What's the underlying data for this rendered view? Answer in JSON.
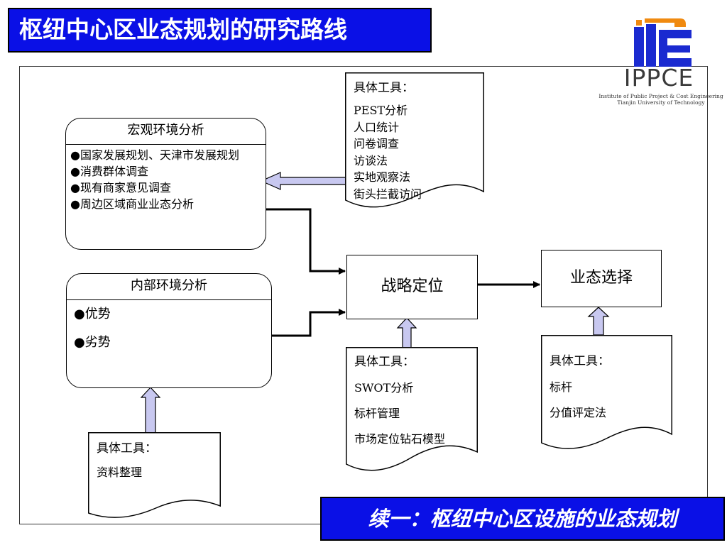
{
  "title": "枢纽中心区业态规划的研究路线",
  "logo": {
    "name": "IPPCE",
    "subtitle_line1": "Institute of Public Project & Cost Engineering",
    "subtitle_line2": "Tianjin University of Technology"
  },
  "macro_box": {
    "title": "宏观环境分析",
    "items": [
      "●国家发展规划、天津市发展规划",
      "●消费群体调查",
      "●现有商家意见调查",
      "●周边区域商业业态分析"
    ]
  },
  "internal_box": {
    "title": "内部环境分析",
    "items": [
      "●优势",
      "●劣势"
    ]
  },
  "strategy_box": {
    "label": "战略定位"
  },
  "format_box": {
    "label": "业态选择"
  },
  "tools_macro": {
    "title": "具体工具：",
    "items": [
      "PEST分析",
      "人口统计",
      "问卷调查",
      "访谈法",
      "实地观察法",
      "街头拦截访问"
    ]
  },
  "tools_strategy": {
    "title": "具体工具：",
    "items": [
      "SWOT分析",
      "标杆管理",
      "市场定位钻石模型"
    ]
  },
  "tools_format": {
    "title": "具体工具：",
    "items": [
      "标杆",
      "分值评定法"
    ]
  },
  "tools_internal": {
    "title": "具体工具：",
    "items": [
      "资料整理"
    ]
  },
  "footer_banner": "续一：枢纽中心区设施的业态规划",
  "colors": {
    "banner": "#0a10e6",
    "arrow_fill": "#c8c8f0",
    "logo_blue": "#1a2ad0",
    "logo_orange": "#f08a10"
  }
}
